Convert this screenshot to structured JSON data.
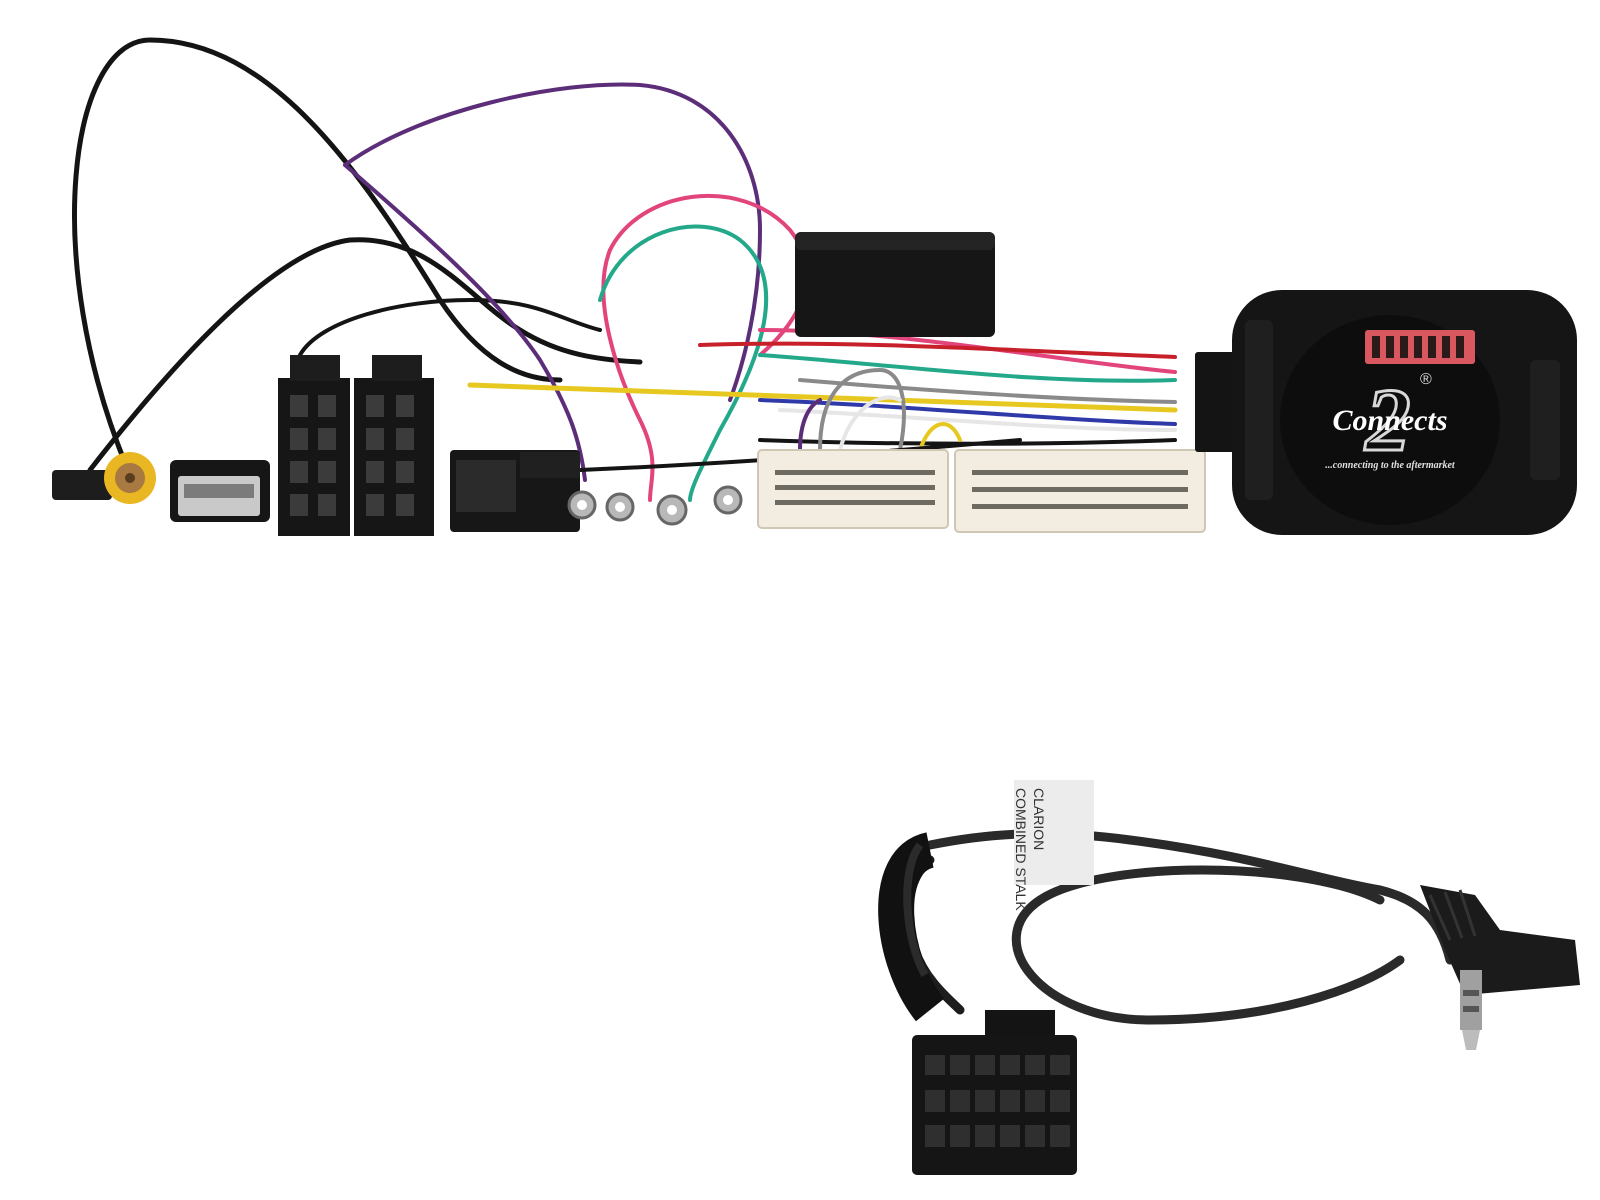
{
  "product": {
    "logo": {
      "numeral": "2",
      "script": "Connects",
      "registered": "®",
      "tagline": "...connecting to the aftermarket"
    },
    "patch_lead_label": {
      "line1": "CLARION",
      "line2": "COMBINED STALK"
    },
    "colors": {
      "background": "#ffffff",
      "module_body": "#151515",
      "connector_cream": "#f3ece0",
      "dip_switch": "#d9575f",
      "rca_yellow": "#e9b722",
      "wire_purple": "#5c2e7a",
      "wire_pink": "#e2457c",
      "wire_green": "#23a98a",
      "wire_black": "#141414"
    }
  }
}
